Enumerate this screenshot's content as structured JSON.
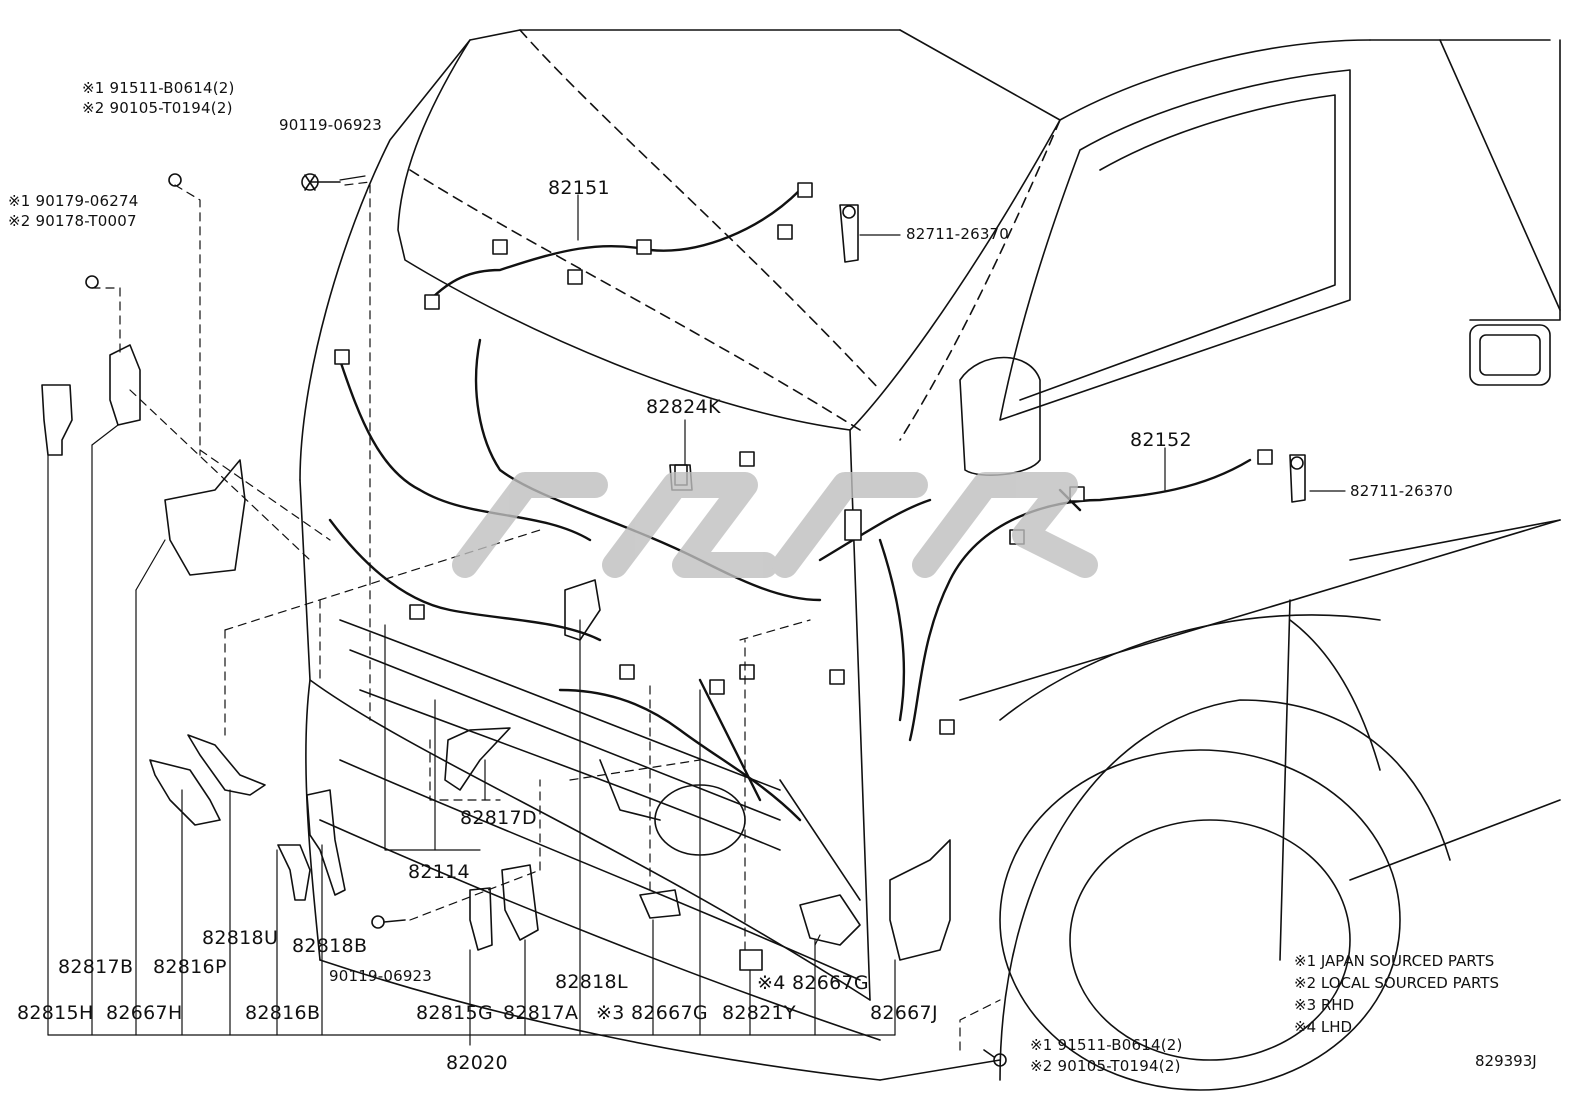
{
  "diagram": {
    "colors": {
      "ink": "#111111",
      "watermark": "#bfbfbf"
    },
    "diagram_code": "829393J",
    "callouts": [
      {
        "id": "top-bolt-1",
        "lines": [
          "※1 91511-B0614(2)",
          "※2 90105-T0194(2)"
        ]
      },
      {
        "id": "bolt-90119-top",
        "lines": [
          "90119-06923"
        ]
      },
      {
        "id": "nut-1",
        "lines": [
          "※1 90179-06274",
          "※2 90178-T0007"
        ]
      },
      {
        "id": "p82151",
        "lines": [
          "82151"
        ]
      },
      {
        "id": "p82711-a",
        "lines": [
          "82711-26370"
        ]
      },
      {
        "id": "p82824K",
        "lines": [
          "82824K"
        ]
      },
      {
        "id": "p82152",
        "lines": [
          "82152"
        ]
      },
      {
        "id": "p82711-b",
        "lines": [
          "82711-26370"
        ]
      },
      {
        "id": "p82817D",
        "lines": [
          "82817D"
        ]
      },
      {
        "id": "p82114",
        "lines": [
          "82114"
        ]
      },
      {
        "id": "p82817B",
        "lines": [
          "82817B"
        ]
      },
      {
        "id": "p82816P",
        "lines": [
          "82816P"
        ]
      },
      {
        "id": "p82818U",
        "lines": [
          "82818U"
        ]
      },
      {
        "id": "p82818B",
        "lines": [
          "82818B"
        ]
      },
      {
        "id": "bolt-90119-bottom",
        "lines": [
          "90119-06923"
        ]
      },
      {
        "id": "p82818L",
        "lines": [
          "82818L"
        ]
      },
      {
        "id": "p82667G-lhd",
        "lines": [
          "※4 82667G"
        ]
      },
      {
        "id": "p82815H",
        "lines": [
          "82815H"
        ]
      },
      {
        "id": "p82667H",
        "lines": [
          "82667H"
        ]
      },
      {
        "id": "p82816B",
        "lines": [
          "82816B"
        ]
      },
      {
        "id": "p82815G",
        "lines": [
          "82815G"
        ]
      },
      {
        "id": "p82817A",
        "lines": [
          "82817A"
        ]
      },
      {
        "id": "p82667G-rhd",
        "lines": [
          "※3 82667G"
        ]
      },
      {
        "id": "p82821Y",
        "lines": [
          "82821Y"
        ]
      },
      {
        "id": "p82667J",
        "lines": [
          "82667J"
        ]
      },
      {
        "id": "p82020",
        "lines": [
          "82020"
        ]
      },
      {
        "id": "bottom-bolt",
        "lines": [
          "※1 91511-B0614(2)",
          "※2 90105-T0194(2)"
        ]
      }
    ],
    "legend": [
      "※1 JAPAN SOURCED PARTS",
      "※2 LOCAL SOURCED PARTS",
      "※3 RHD",
      "※4 LHD"
    ]
  }
}
